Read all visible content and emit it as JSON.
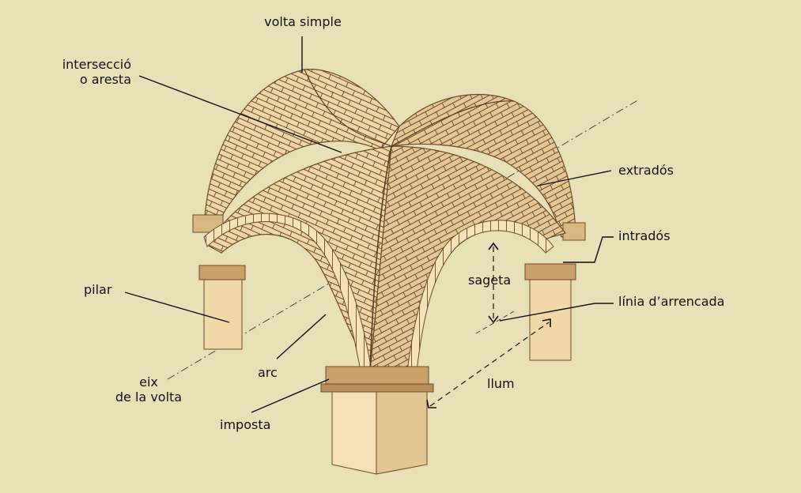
{
  "labels": {
    "volta_simple": "volta simple",
    "interseccio_line1": "intersecció",
    "interseccio_line2": "o aresta",
    "extrados": "extradós",
    "intrados": "intradós",
    "sageta": "sageta",
    "linia_arrencada": "línia d’arrencada",
    "pilar": "pilar",
    "llum": "llum",
    "arc": "arc",
    "eix_line1": "eix",
    "eix_line2": "de la volta",
    "imposta": "imposta"
  },
  "colors": {
    "background": "#e8e1b8",
    "stone_light": "#f3dfb2",
    "stone_mid": "#e2c590",
    "stone_dark": "#b88f5a",
    "mortar": "#6b4a2a",
    "leader": "#111111"
  }
}
